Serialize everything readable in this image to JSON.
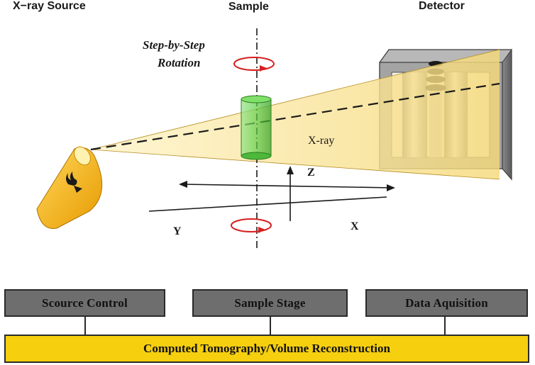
{
  "labels": {
    "xray_source": "X−ray Source",
    "sample": "Sample",
    "detector": "Detector",
    "rotation_line1": "Step-by-Step",
    "rotation_line2": "Rotation",
    "xray_beam": "X-ray",
    "axis_z": "Z",
    "axis_x": "X",
    "axis_y": "Y"
  },
  "boxes": {
    "source_control": "Scource Control",
    "sample_stage": "Sample Stage",
    "data_acquisition": "Data Aquisition"
  },
  "bottom_bar": "Computed Tomography/Volume Reconstruction",
  "colors": {
    "beam": "#f9e6a4",
    "source": "#f5b315",
    "sample_cylinder": "#5fcf4a",
    "detector_frame": "#a8a8a8",
    "rotation_arrow": "#d62020",
    "bar": "#f6cf0f",
    "box": "#6e6e6e"
  }
}
